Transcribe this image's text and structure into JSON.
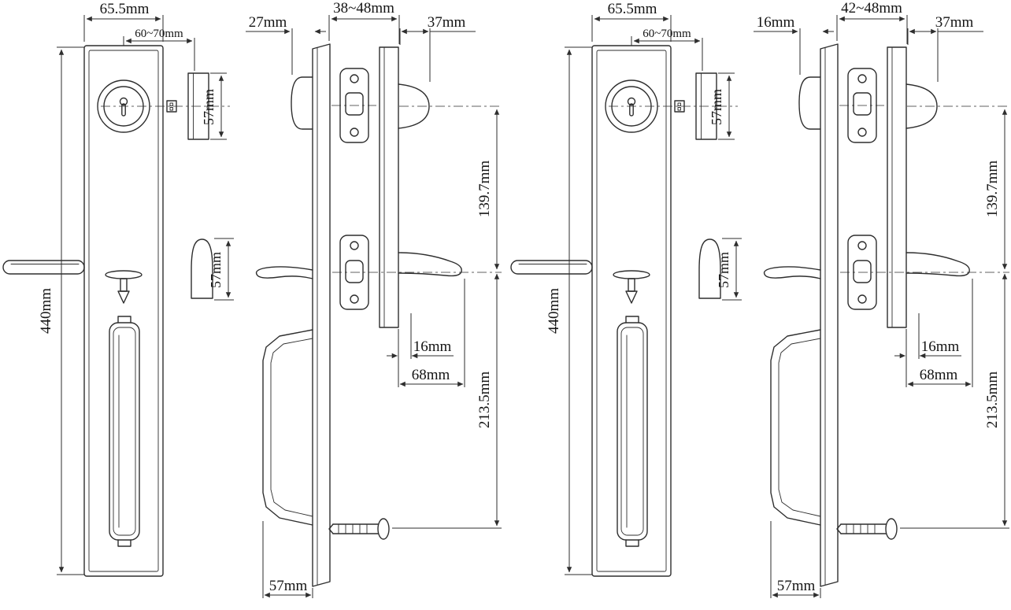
{
  "colors": {
    "line": "#2e2e2e",
    "background": "#ffffff",
    "text": "#141414"
  },
  "assemblies": [
    {
      "id": "left-handleset",
      "front": {
        "width": "65.5mm",
        "backset": "60~70mm",
        "height": "440mm",
        "deadbolt_face": "57mm",
        "latch_face": "57mm"
      },
      "side": {
        "door_thickness": "38~48mm",
        "exterior_projection": "27mm",
        "knob_projection": "37mm",
        "upper_span": "139.7mm",
        "lever_offset": "16mm",
        "lever_length": "68mm",
        "lower_span": "213.5mm",
        "grip_clearance": "57mm"
      }
    },
    {
      "id": "right-handleset",
      "front": {
        "width": "65.5mm",
        "backset": "60~70mm",
        "height": "440mm",
        "deadbolt_face": "57mm",
        "latch_face": "57mm"
      },
      "side": {
        "door_thickness": "42~48mm",
        "exterior_projection": "16mm",
        "knob_projection": "37mm",
        "upper_span": "139.7mm",
        "lever_offset": "16mm",
        "lever_length": "68mm",
        "lower_span": "213.5mm",
        "grip_clearance": "57mm"
      }
    }
  ]
}
